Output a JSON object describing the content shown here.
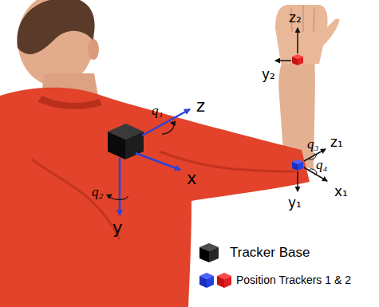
{
  "diagram": {
    "labels": [
      "z",
      "x",
      "y",
      "q₁",
      "q₂",
      "z₂",
      "y₂",
      "z₁",
      "x₁",
      "y₁",
      "q₃",
      "q₄"
    ],
    "legend": [
      {
        "text": "Tracker Base",
        "color": "#000000"
      },
      {
        "text": "Position Trackers 1 & 2"
      }
    ]
  }
}
